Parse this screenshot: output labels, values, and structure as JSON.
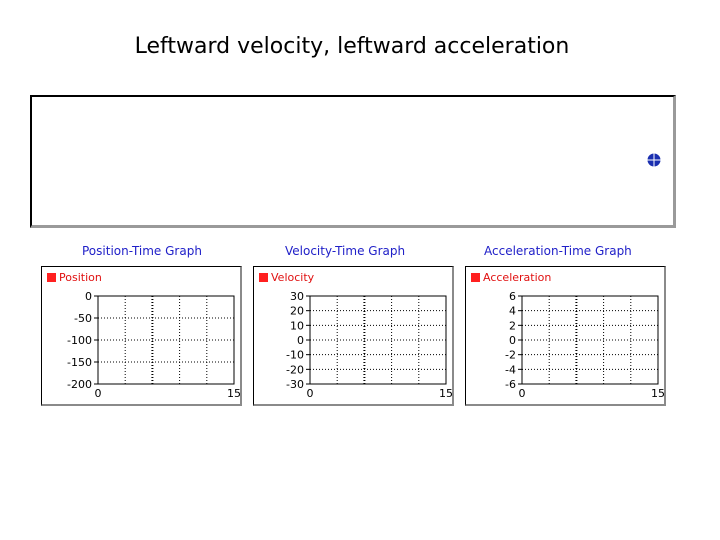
{
  "title": "Leftward velocity, leftward acceleration",
  "colors": {
    "graph_title": "#2020c8",
    "legend": "#ff2020",
    "series_label": "#e01010",
    "dot": "#1a2fb0"
  },
  "icons": {
    "object": "blue-dot-icon",
    "legend": "red-square-icon"
  },
  "chart_data": [
    {
      "type": "line",
      "title": "Position-Time Graph",
      "legend": "Position",
      "xlim": [
        0,
        15
      ],
      "ylim": [
        -200,
        0
      ],
      "xticks": [
        0,
        15
      ],
      "yticks": [
        0,
        -50,
        -100,
        -150,
        -200
      ],
      "xtick_labels": [
        "0",
        "15"
      ],
      "ytick_labels": [
        "0",
        "-50",
        "-100",
        "-150",
        "-200"
      ],
      "series": [],
      "grid": true
    },
    {
      "type": "line",
      "title": "Velocity-Time Graph",
      "legend": "Velocity",
      "xlim": [
        0,
        15
      ],
      "ylim": [
        -30,
        30
      ],
      "xticks": [
        0,
        15
      ],
      "yticks": [
        30,
        20,
        10,
        0,
        -10,
        -20,
        -30
      ],
      "xtick_labels": [
        "0",
        "15"
      ],
      "ytick_labels": [
        "30",
        "20",
        "10",
        "0",
        "-10",
        "-20",
        "-30"
      ],
      "series": [],
      "grid": true
    },
    {
      "type": "line",
      "title": "Acceleration-Time Graph",
      "legend": "Acceleration",
      "xlim": [
        0,
        15
      ],
      "ylim": [
        -6,
        6
      ],
      "xticks": [
        0,
        15
      ],
      "yticks": [
        6,
        4,
        2,
        0,
        -2,
        -4,
        -6
      ],
      "xtick_labels": [
        "0",
        "15"
      ],
      "ytick_labels": [
        "6",
        "4",
        "2",
        "0",
        "-2",
        "-4",
        "-6"
      ],
      "series": [],
      "grid": true
    }
  ]
}
